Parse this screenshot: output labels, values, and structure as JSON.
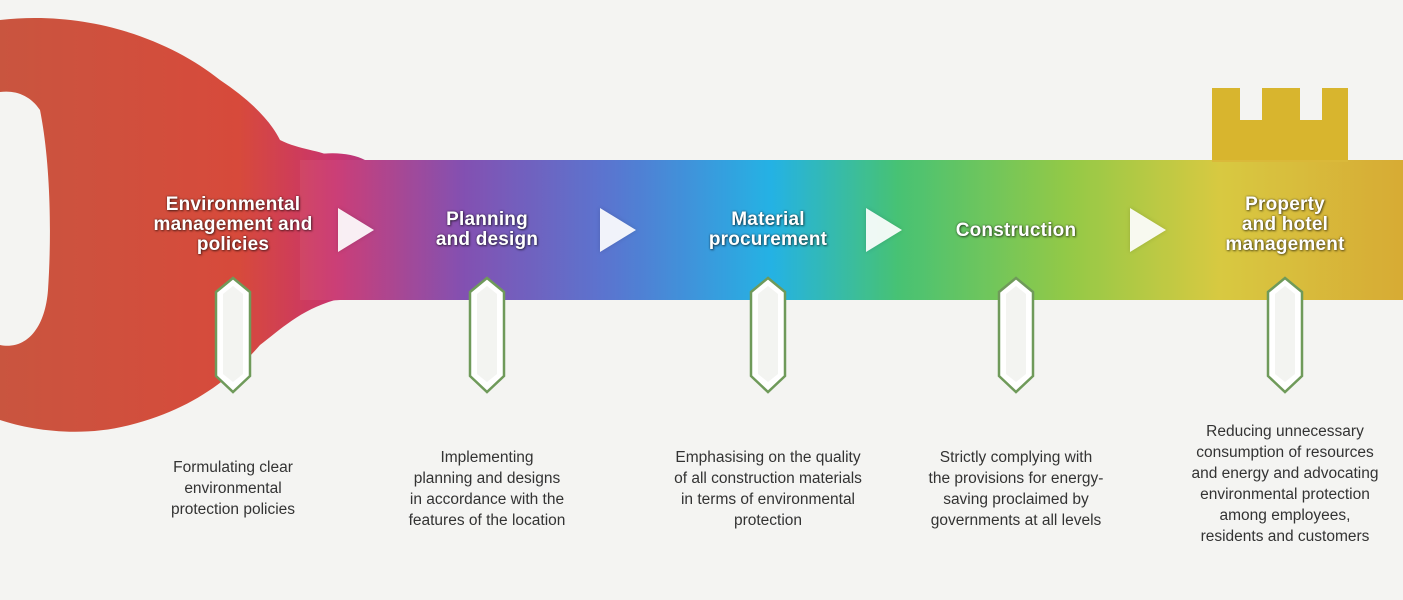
{
  "stages": [
    {
      "title": [
        "Environmental",
        "management and",
        "policies"
      ],
      "description": [
        "Formulating clear",
        "environmental",
        "protection policies"
      ]
    },
    {
      "title": [
        "Planning",
        "and design"
      ],
      "description": [
        "Implementing",
        "planning and designs",
        "in accordance with the",
        "features of the location"
      ]
    },
    {
      "title": [
        "Material",
        "procurement"
      ],
      "description": [
        "Emphasising on the quality",
        "of all construction materials",
        "in terms of environmental",
        "protection"
      ]
    },
    {
      "title": [
        "Construction"
      ],
      "description": [
        "Strictly complying with",
        "the provisions for energy-",
        "saving proclaimed by",
        "governments at all levels"
      ]
    },
    {
      "title": [
        "Property",
        "and hotel",
        "management"
      ],
      "description": [
        "Reducing unnecessary",
        "consumption of resources",
        "and energy and advocating",
        "environmental protection",
        "among employees,",
        "residents and customers"
      ]
    }
  ],
  "colors": {
    "key_gradient": [
      "#d9442f",
      "#c8306f",
      "#7a3fae",
      "#4f6fd0",
      "#12a8e6",
      "#2fbf7a",
      "#8bc63a",
      "#d6c635",
      "#d9a827"
    ],
    "background": "#f4f4f2",
    "description_text": "#333333"
  },
  "icons": [
    "play-arrow-icon",
    "down-tag-icon"
  ]
}
